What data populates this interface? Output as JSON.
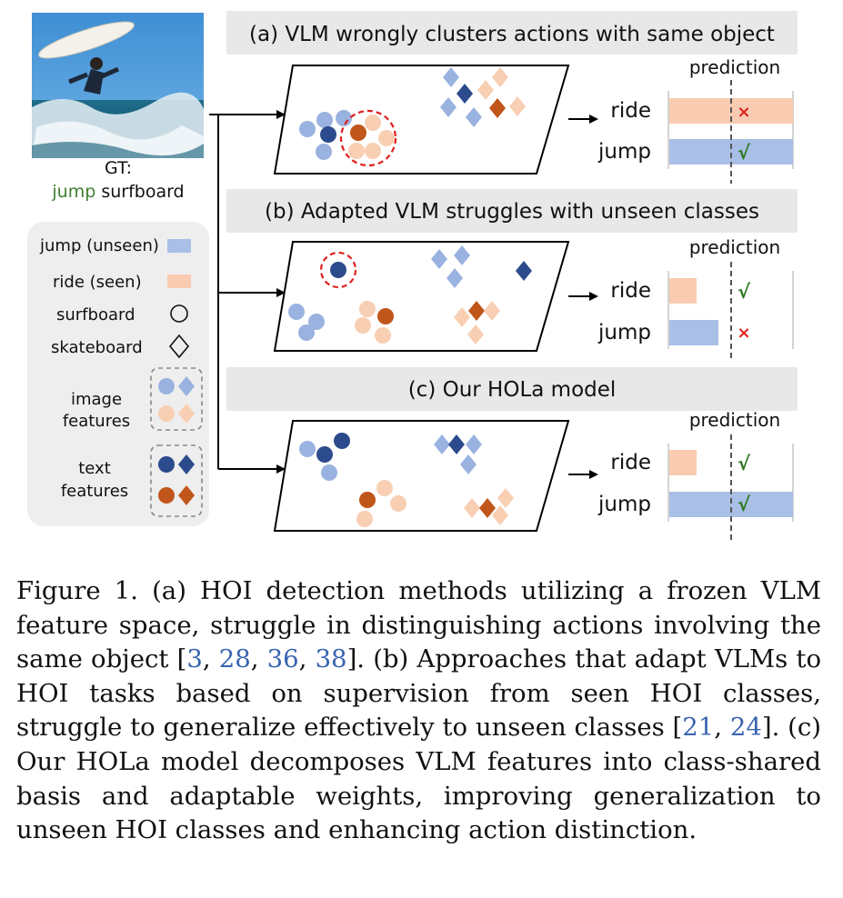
{
  "photo": {
    "gt_label": "GT:",
    "gt_action": "jump",
    "gt_object": "surfboard"
  },
  "legend": {
    "jump_label": "jump (unseen)",
    "ride_label": "ride (seen)",
    "surfboard_label": "surfboard",
    "skateboard_label": "skateboard",
    "image_features_line1": "image",
    "image_features_line2": "features",
    "text_features_line1": "text",
    "text_features_line2": "features"
  },
  "panels": [
    {
      "title": "(a) VLM  wrongly clusters actions with same object",
      "prediction_label": "prediction",
      "ride_label": "ride",
      "jump_label": "jump",
      "ride_score": 1.0,
      "jump_score": 1.0,
      "ride_mark": "×",
      "jump_mark": "√"
    },
    {
      "title": "(b) Adapted VLM struggles with unseen classes",
      "prediction_label": "prediction",
      "ride_label": "ride",
      "jump_label": "jump",
      "ride_score": 0.22,
      "jump_score": 0.4,
      "ride_mark": "√",
      "jump_mark": "×"
    },
    {
      "title": "(c) Our HOLa model",
      "prediction_label": "prediction",
      "ride_label": "ride",
      "jump_label": "jump",
      "ride_score": 0.22,
      "jump_score": 1.0,
      "ride_mark": "√",
      "jump_mark": "√"
    }
  ],
  "colors": {
    "jump_bar": "#aabfe6",
    "ride_bar": "#f9cbb0",
    "img_blue": "#9ab2e0",
    "img_orange": "#f8cfb3",
    "text_blue": "#2b4b8c",
    "text_orange": "#c1561a",
    "wrong_mark": "#e02020",
    "right_mark": "#2f7a22",
    "gt_action": "#3f7f2f",
    "ref_link": "#3a64b0",
    "legend_bg": "#eeeeee",
    "title_bg": "#e8e8e8"
  },
  "caption": {
    "p1": "Figure 1. (a) HOI detection methods utilizing a frozen VLM feature space, struggle in distinguishing actions involving the same object [",
    "r1": "3",
    "s1": ", ",
    "r2": "28",
    "s2": ", ",
    "r3": "36",
    "s3": ", ",
    "r4": "38",
    "p2": "]. (b) Approaches that adapt VLMs to HOI tasks based on supervision from seen HOI classes, struggle to generalize effectively to unseen classes [",
    "r5": "21",
    "s4": ", ",
    "r6": "24",
    "p3": "]. (c) Our HOLa model decomposes VLM features into class-shared basis and adaptable weights, improving generalization to unseen HOI classes and enhancing action distinction."
  }
}
